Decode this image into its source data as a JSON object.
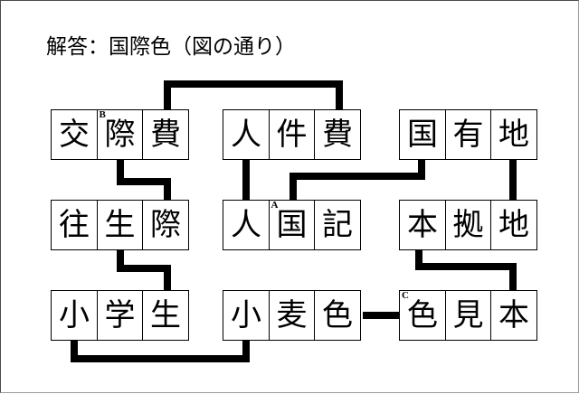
{
  "title": "解答：国際色（図の通り）",
  "answer_letters": [
    "国",
    "際",
    "色"
  ],
  "colors": {
    "ink": "#000000",
    "paper": "#ffffff",
    "frame": "#4a4a4a"
  },
  "grid": {
    "rows": [
      {
        "row_index": 1,
        "groups": [
          {
            "id": "kousaihi",
            "word": "交際費",
            "cells": [
              {
                "char": "交",
                "mark": ""
              },
              {
                "char": "際",
                "mark": "B"
              },
              {
                "char": "費",
                "mark": ""
              }
            ]
          },
          {
            "id": "jinkenhi",
            "word": "人件費",
            "cells": [
              {
                "char": "人",
                "mark": ""
              },
              {
                "char": "件",
                "mark": ""
              },
              {
                "char": "費",
                "mark": ""
              }
            ]
          },
          {
            "id": "kokuyuuchi",
            "word": "国有地",
            "cells": [
              {
                "char": "国",
                "mark": ""
              },
              {
                "char": "有",
                "mark": ""
              },
              {
                "char": "地",
                "mark": ""
              }
            ]
          }
        ]
      },
      {
        "row_index": 2,
        "groups": [
          {
            "id": "oujougiwa",
            "word": "往生際",
            "cells": [
              {
                "char": "往",
                "mark": ""
              },
              {
                "char": "生",
                "mark": ""
              },
              {
                "char": "際",
                "mark": ""
              }
            ]
          },
          {
            "id": "jinkokuki",
            "word": "人国記",
            "cells": [
              {
                "char": "人",
                "mark": ""
              },
              {
                "char": "国",
                "mark": "A"
              },
              {
                "char": "記",
                "mark": ""
              }
            ]
          },
          {
            "id": "honkyochi",
            "word": "本拠地",
            "cells": [
              {
                "char": "本",
                "mark": ""
              },
              {
                "char": "拠",
                "mark": ""
              },
              {
                "char": "地",
                "mark": ""
              }
            ]
          }
        ]
      },
      {
        "row_index": 3,
        "groups": [
          {
            "id": "shougakusei",
            "word": "小学生",
            "cells": [
              {
                "char": "小",
                "mark": ""
              },
              {
                "char": "学",
                "mark": ""
              },
              {
                "char": "生",
                "mark": ""
              }
            ]
          },
          {
            "id": "komugiiro",
            "word": "小麦色",
            "cells": [
              {
                "char": "小",
                "mark": ""
              },
              {
                "char": "麦",
                "mark": ""
              },
              {
                "char": "色",
                "mark": ""
              }
            ]
          },
          {
            "id": "iromihon",
            "word": "色見本",
            "cells": [
              {
                "char": "色",
                "mark": "C"
              },
              {
                "char": "見",
                "mark": ""
              },
              {
                "char": "本",
                "mark": ""
              }
            ]
          }
        ]
      }
    ]
  },
  "connections": [
    {
      "from": "交際費:費",
      "to": "人件費:費",
      "shape": "arch-over-top"
    },
    {
      "from": "交際費:際",
      "to": "往生際:際",
      "shape": "step-down-right"
    },
    {
      "from": "人件費:人",
      "to": "人国記:人",
      "shape": "straight-down"
    },
    {
      "from": "国有地:国",
      "to": "人国記:記",
      "shape": "step-down-left"
    },
    {
      "from": "国有地:地",
      "to": "本拠地:地",
      "shape": "straight-down"
    },
    {
      "from": "往生際:生",
      "to": "小学生:生",
      "shape": "step-down-right"
    },
    {
      "from": "本拠地:本",
      "to": "色見本:本",
      "shape": "step-down-right"
    },
    {
      "from": "小麦色:色",
      "to": "色見本:色",
      "shape": "horizontal"
    },
    {
      "from": "小学生:小",
      "to": "小麦色:小",
      "shape": "arch-under-bottom"
    }
  ]
}
